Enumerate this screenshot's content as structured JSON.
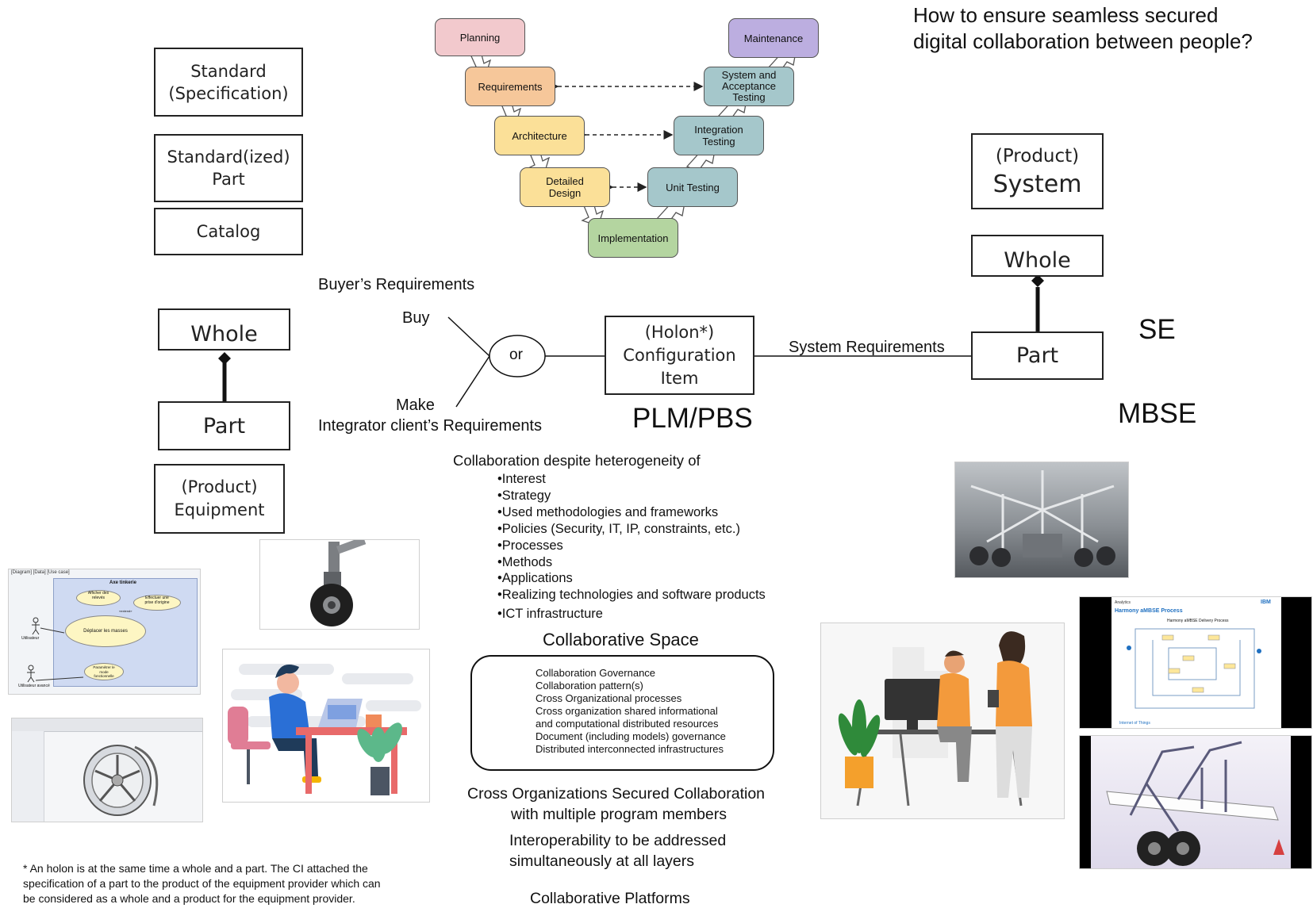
{
  "question": {
    "line1": "How to ensure seamless secured",
    "line2": "digital collaboration between people?"
  },
  "left_boxes": {
    "standard_spec": [
      "Standard",
      "(Specification)"
    ],
    "standardized_part": [
      "Standard(ized)",
      "Part"
    ],
    "catalog": "Catalog",
    "whole": "Whole",
    "part": "Part",
    "product_equipment": [
      "(Product)",
      "Equipment"
    ]
  },
  "right_boxes": {
    "product_system": [
      "(Product)",
      "System"
    ],
    "whole": "Whole",
    "part": "Part"
  },
  "v_model": {
    "planning": "Planning",
    "requirements": "Requirements",
    "architecture": "Architecture",
    "detailed_design": [
      "Detailed",
      "Design"
    ],
    "implementation": "Implementation",
    "unit_testing": "Unit Testing",
    "integration_testing": [
      "Integration",
      "Testing"
    ],
    "system_acceptance": [
      "System and",
      "Acceptance",
      "Testing"
    ],
    "maintenance": "Maintenance"
  },
  "center": {
    "buyers_requirements": "Buyer’s Requirements",
    "buy": "Buy",
    "or": "or",
    "make": "Make",
    "integrator_requirements": "Integrator client’s Requirements",
    "holon": [
      "(Holon*)",
      "Configuration",
      "Item"
    ],
    "plm_pbs": "PLM/PBS",
    "system_requirements": "System Requirements",
    "se": "SE",
    "mbse": "MBSE"
  },
  "heterogeneity": {
    "title": "Collaboration despite heterogeneity  of",
    "items": [
      "Interest",
      "Strategy",
      "Used methodologies and frameworks",
      "Policies (Security, IT, IP, constraints, etc.)",
      "Processes",
      "Methods",
      "Applications",
      "Realizing technologies and software products",
      "ICT infrastructure"
    ]
  },
  "collab_space": {
    "title": "Collaborative Space",
    "items": [
      "Collaboration Governance",
      "Collaboration pattern(s)",
      "Cross Organizational processes",
      "Cross organization shared informational",
      "and computational distributed resources",
      "Document (including models) governance",
      "Distributed interconnected infrastructures"
    ]
  },
  "bottom_center": {
    "cross_org1": "Cross Organizations  Secured Collaboration",
    "cross_org2": "with multiple  program members",
    "interop1": "Interoperability  to be addressed",
    "interop2": "simultaneously  at all layers",
    "platforms": "Collaborative Platforms"
  },
  "footnote": {
    "line1": "* An holon is at the same time a whole and a part. The CI attached the",
    "line2": "specification of a part to the product of the equipment provider which can",
    "line3": "be considered as a whole and a product for the equipment provider."
  },
  "images": {
    "use_case_window": {
      "tabs": "[Diagram] [Data] [Use case]",
      "title": "Axe tinkerie",
      "uc1": [
        "Afficher des",
        "relevés"
      ],
      "uc2": [
        "Effectuer une",
        "prise d'origine"
      ],
      "uc_main": "Déplacer les masses",
      "uc3": [
        "Paramétrer le",
        "mode",
        "fonctionnelle"
      ],
      "actor1": "Utilisateur",
      "actor2": "Utilisateur avancé",
      "extend": "«extend»"
    },
    "mbse_slide": {
      "brand": "Analytics",
      "logo": "IBM",
      "heading": "Harmony aMBSE Process",
      "subheading": "Harmony aMBSE Delivery Process",
      "footer": "Internet of Things"
    }
  },
  "colors": {
    "pink": "#f2c9cd",
    "orange": "#f6c79a",
    "yellow": "#fbe098",
    "teal": "#a5c7cb",
    "green": "#b4d5a0",
    "purple": "#bcaee0"
  }
}
